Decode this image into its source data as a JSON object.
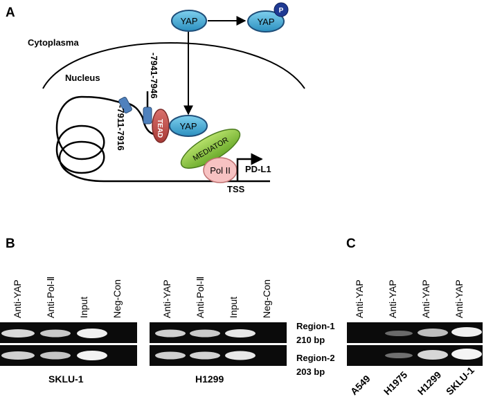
{
  "panels": {
    "a": "A",
    "b": "B",
    "c": "C"
  },
  "diagram": {
    "cytoplasm_label": "Cytoplasma",
    "nucleus_label": "Nucleus",
    "yap": "YAP",
    "phospho": "P",
    "tead": "TEAD",
    "mediator": "MEDIATOR",
    "pol2": "Pol II",
    "gene": "PD-L1",
    "tss": "TSS",
    "site1": "-7911-7916",
    "site2": "-7941-7946",
    "colors": {
      "yap_fill": "#3fa7cf",
      "yap_stroke": "#1f4e79",
      "phospho_fill": "#1f3a93",
      "tead_fill": "#c0504d",
      "mediator_fill": "#8ec63f",
      "pol2_fill": "#f4b6b6",
      "binding_site_fill": "#4f81bd"
    }
  },
  "gel_b": {
    "lanes": [
      "Anti-YAP",
      "Anti-Pol-Ⅱ",
      "Input",
      "Neg-Con"
    ],
    "cell_lines": [
      "SKLU-1",
      "H1299"
    ],
    "regions": [
      {
        "name": "Region-1",
        "size": "210 bp"
      },
      {
        "name": "Region-2",
        "size": "203 bp"
      }
    ]
  },
  "gel_c": {
    "lane_label": "Anti-YAP",
    "cell_lines": [
      "A549",
      "H1975",
      "H1299",
      "SKLU-1"
    ]
  }
}
